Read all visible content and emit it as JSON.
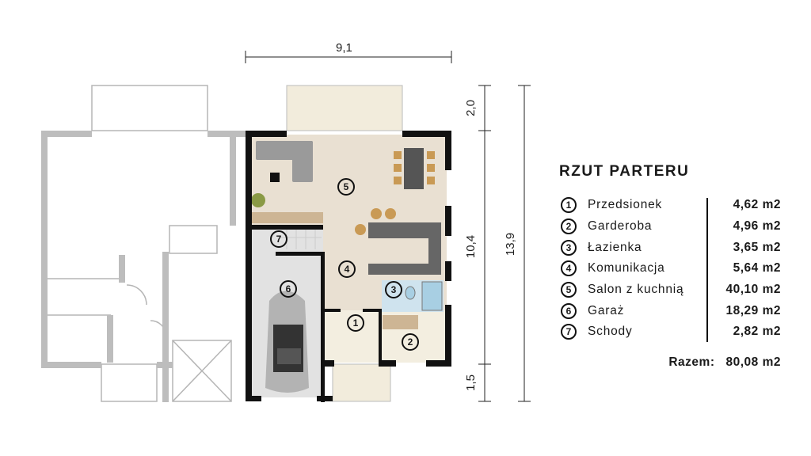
{
  "dimensions": {
    "width": "9,1",
    "terrace_top": "2,0",
    "house_depth": "10,4",
    "terrace_bottom": "1,5",
    "total_depth": "13,9"
  },
  "legend": {
    "title": "RZUT PARTERU",
    "rooms": [
      {
        "number": "1",
        "name": "Przedsionek",
        "area": "4,62 m2"
      },
      {
        "number": "2",
        "name": "Garderoba",
        "area": "4,96 m2"
      },
      {
        "number": "3",
        "name": "Łazienka",
        "area": "3,65 m2"
      },
      {
        "number": "4",
        "name": "Komunikacja",
        "area": "5,64 m2"
      },
      {
        "number": "5",
        "name": "Salon z kuchnią",
        "area": "40,10 m2"
      },
      {
        "number": "6",
        "name": "Garaż",
        "area": "18,29 m2"
      },
      {
        "number": "7",
        "name": "Schody",
        "area": "2,82 m2"
      }
    ],
    "total_label": "Razem:",
    "total_value": "80,08 m2"
  },
  "colors": {
    "wall": "#111111",
    "floor": "#e9e0d2",
    "garage": "#e2e2e2",
    "hall": "#f3eee0",
    "bath": "#cfe3ee"
  }
}
